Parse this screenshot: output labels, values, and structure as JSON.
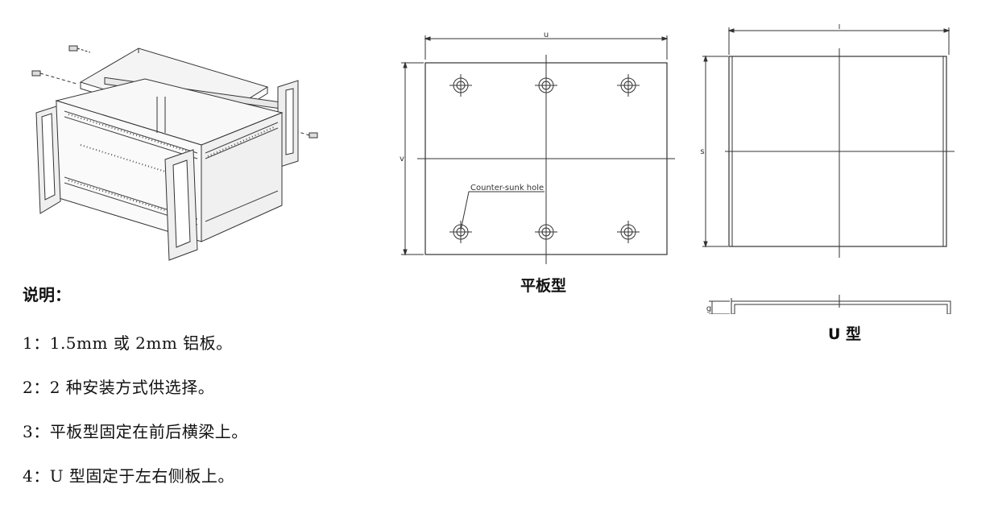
{
  "notes": {
    "heading": "说明：",
    "lines": [
      "1：1.5mm 或 2mm 铝板。",
      "2：2 种安装方式供选择。",
      "3：平板型固定在前后横梁上。",
      "4：U 型固定于左右侧板上。"
    ]
  },
  "flat_drawing": {
    "caption": "平板型",
    "dim_width": "u",
    "dim_height": "v",
    "hole_label": "Counter-sunk hole"
  },
  "u_drawing": {
    "caption": "U 型",
    "dim_width": "l",
    "dim_height": "s",
    "dim_flange": "g"
  }
}
